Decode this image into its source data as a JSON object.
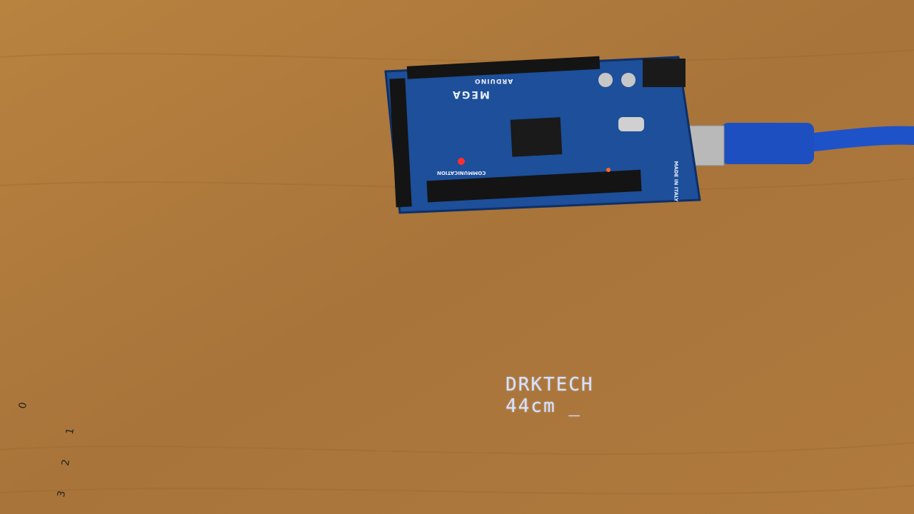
{
  "lcd": {
    "line1": "DRKTECH",
    "line2": "44cm _"
  },
  "board": {
    "brand": "MEGA",
    "maker": "ARDUINO",
    "origin": "MADE IN ITALY",
    "section": "COMMUNICATION"
  },
  "ruler": {
    "ticks": [
      "0",
      "1",
      "2",
      "3"
    ]
  },
  "colors": {
    "table": "#b07a3e",
    "board": "#1d4f9a",
    "lcd_backlight": "#2b4fd8",
    "lcd_pcb": "#1f8a3a",
    "breadboard": "#f2f2ee",
    "usb_cable": "#1e52c8",
    "wire_red": "#d8201a",
    "wire_yellow": "#e6d43a",
    "wire_green": "#2e9a48",
    "wire_black": "#161616",
    "wire_blue": "#2a4fd0",
    "wire_orange": "#e08a2a"
  },
  "icons": [
    "ultrasonic-sensor-icon",
    "potentiometer-icon",
    "usb-cable-icon",
    "ruler-icon"
  ]
}
